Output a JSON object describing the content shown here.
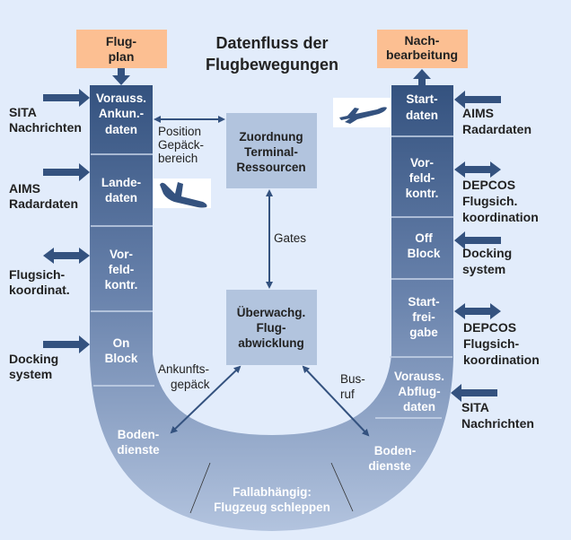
{
  "title": [
    "Datenfluss der",
    "Flugbewegungen"
  ],
  "colors": {
    "background": "#e2ecfb",
    "orange_box": "#fcbf92",
    "dark_blue": "#34527f",
    "gray_box": "#b2c4de",
    "arrow": "#34527f"
  },
  "top_boxes": {
    "left": [
      "Flug-",
      "plan"
    ],
    "right": [
      "Nach-",
      "bearbeitung"
    ]
  },
  "left_column": [
    {
      "label": [
        "Vorauss.",
        "Ankun.-",
        "daten"
      ],
      "source": [
        "SITA",
        "Nachrichten"
      ],
      "arrow": "in"
    },
    {
      "label": [
        "Lande-",
        "daten"
      ],
      "source": [
        "AIMS",
        "Radardaten"
      ],
      "arrow": "in"
    },
    {
      "label": [
        "Vor-",
        "feld-",
        "kontr."
      ],
      "source": [
        "Flugsich-",
        "koordinat."
      ],
      "arrow": "both"
    },
    {
      "label": [
        "On",
        "Block"
      ],
      "source": [
        "Docking",
        "system"
      ],
      "arrow": "in"
    },
    {
      "label": [
        "Boden-",
        "dienste"
      ]
    }
  ],
  "right_column": [
    {
      "label": [
        "Start-",
        "daten"
      ],
      "source": [
        "AIMS",
        "Radardaten"
      ],
      "arrow": "in"
    },
    {
      "label": [
        "Vor-",
        "feld-",
        "kontr."
      ],
      "source": [
        "DEPCOS",
        "Flugsich.",
        "koordination"
      ],
      "arrow": "both"
    },
    {
      "label": [
        "Off",
        "Block"
      ],
      "source": [
        "Docking",
        "system"
      ],
      "arrow": "in"
    },
    {
      "label": [
        "Start-",
        "frei-",
        "gabe"
      ],
      "source": [
        "DEPCOS",
        "Flugsich-",
        "koordination"
      ],
      "arrow": "both"
    },
    {
      "label": [
        "Vorauss.",
        "Abflug-",
        "daten"
      ],
      "source": [
        "SITA",
        "Nachrichten"
      ],
      "arrow": "in"
    },
    {
      "label": [
        "Boden-",
        "dienste"
      ]
    }
  ],
  "bottom_segment": [
    "Fallabhängig:",
    "Flugzeug schleppen"
  ],
  "center_boxes": {
    "top": [
      "Zuordnung",
      "Terminal-",
      "Ressourcen"
    ],
    "bottom": [
      "Überwachg.",
      "Flug-",
      "abwicklung"
    ]
  },
  "connection_labels": {
    "position": [
      "Position",
      "Gepäck-",
      "bereich"
    ],
    "gates": "Gates",
    "arrival_baggage": [
      "Ankunfts-",
      "gepäck"
    ],
    "bus_call": [
      "Bus-",
      "ruf"
    ]
  },
  "icons": {
    "landing": "airplane-landing-icon",
    "takeoff": "airplane-takeoff-icon"
  }
}
